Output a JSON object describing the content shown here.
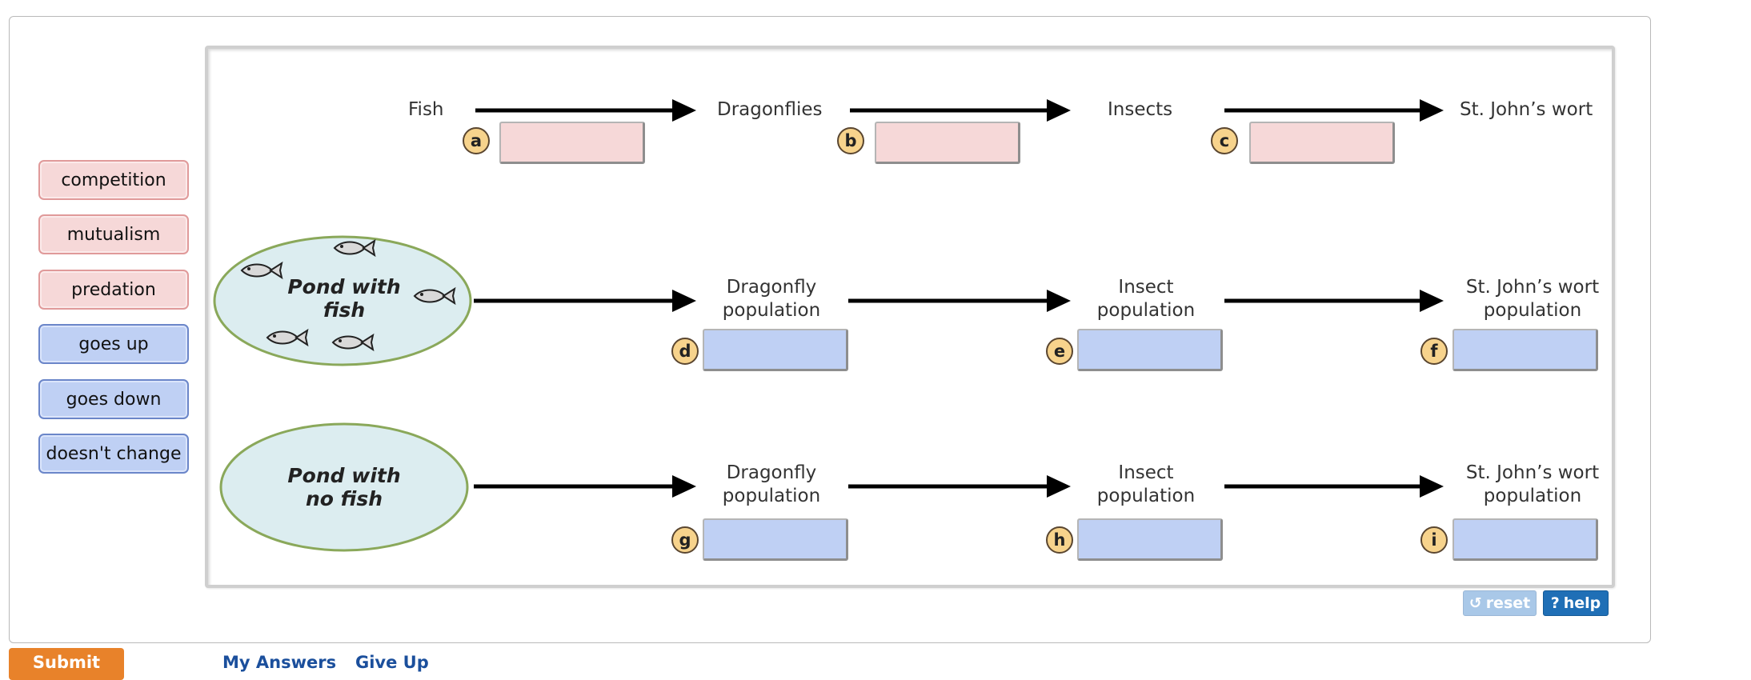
{
  "word_bank": {
    "items": [
      {
        "label": "competition",
        "color": "pink"
      },
      {
        "label": "mutualism",
        "color": "pink"
      },
      {
        "label": "predation",
        "color": "pink"
      },
      {
        "label": "goes up",
        "color": "blue"
      },
      {
        "label": "goes down",
        "color": "blue"
      },
      {
        "label": "doesn't change",
        "color": "blue"
      }
    ]
  },
  "food_chain": {
    "organisms": [
      "Fish",
      "Dragonflies",
      "Insects",
      "St. John’s wort"
    ],
    "targets": [
      {
        "badge": "a",
        "value": ""
      },
      {
        "badge": "b",
        "value": ""
      },
      {
        "badge": "c",
        "value": ""
      }
    ]
  },
  "pond_with_fish": {
    "label_line1": "Pond with",
    "label_line2": "fish",
    "populations": [
      {
        "line1": "Dragonfly",
        "line2": "population",
        "badge": "d",
        "value": ""
      },
      {
        "line1": "Insect",
        "line2": "population",
        "badge": "e",
        "value": ""
      },
      {
        "line1": "St. John’s wort",
        "line2": "population",
        "badge": "f",
        "value": ""
      }
    ]
  },
  "pond_no_fish": {
    "label_line1": "Pond with",
    "label_line2": "no fish",
    "populations": [
      {
        "line1": "Dragonfly",
        "line2": "population",
        "badge": "g",
        "value": ""
      },
      {
        "line1": "Insect",
        "line2": "population",
        "badge": "h",
        "value": ""
      },
      {
        "line1": "St. John’s wort",
        "line2": "population",
        "badge": "i",
        "value": ""
      }
    ]
  },
  "controls": {
    "reset_label": "reset",
    "help_label": "help"
  },
  "footer": {
    "submit_label": "Submit",
    "my_answers_label": "My Answers",
    "give_up_label": "Give Up"
  },
  "colors": {
    "pink_chip": "#f6d8d8",
    "blue_chip": "#bfd0f4",
    "badge": "#f7d38c",
    "pond": "#dcedf0",
    "submit": "#e8822a",
    "help": "#1f6fb6"
  }
}
